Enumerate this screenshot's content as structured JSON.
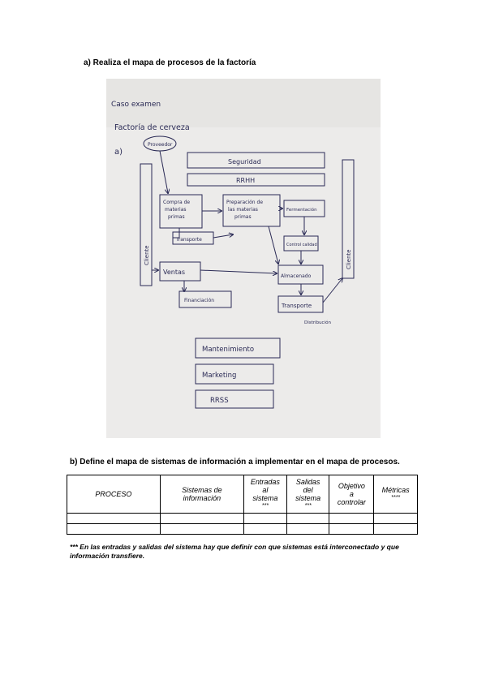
{
  "section_a": {
    "title": "a)   Realiza el mapa de procesos de la factoría"
  },
  "photo": {
    "caso": "Caso examen",
    "factoria": "Factoría de cerveza",
    "marker": "a)",
    "proveedor": "Proveedor",
    "seguridad": "Seguridad",
    "rrhh": "RRHH",
    "compra": [
      "Compra de",
      "materias",
      "primas"
    ],
    "preparacion": [
      "Preparación de",
      "las materias",
      "primas"
    ],
    "fermentacion": "Fermentación",
    "transporte_1": "Transporte",
    "calidad": "Control calidad",
    "cliente_left": "Cliente",
    "cliente_right": "Cliente",
    "ventas": "Ventas",
    "almacenado": "Almacenado",
    "financiacion": "Financiación",
    "transporte_2": "Transporte",
    "distribucion": "Distribución",
    "mantenimiento": "Mantenimiento",
    "marketing": "Marketing",
    "rrss": "RRSS"
  },
  "section_b": {
    "title": "b) Define el mapa de sistemas de información a implementar en el mapa de procesos."
  },
  "table": {
    "headers": [
      {
        "lines": [
          "PROCESO"
        ],
        "stars": ""
      },
      {
        "lines": [
          "Sistemas de",
          "información"
        ],
        "stars": ""
      },
      {
        "lines": [
          "Entradas",
          "al",
          "sistema"
        ],
        "stars": "***"
      },
      {
        "lines": [
          "Salidas",
          "del",
          "sistema"
        ],
        "stars": "***"
      },
      {
        "lines": [
          "Objetivo",
          "a",
          "controlar"
        ],
        "stars": ""
      },
      {
        "lines": [
          "Métricas"
        ],
        "stars": "****"
      }
    ]
  },
  "footnote": "*** En las entradas y salidas del sistema hay que definir con que sistemas está interconectado y que información transfiere."
}
